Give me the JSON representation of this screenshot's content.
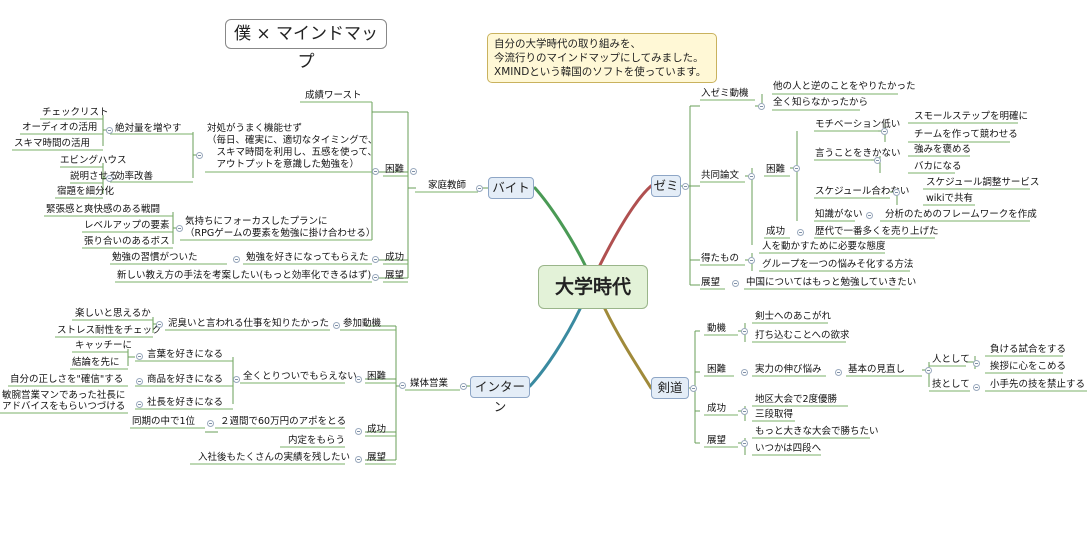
{
  "title": "僕 × マインドマップ",
  "note": [
    "自分の大学時代の取り組みを、",
    "今流行りのマインドマップにしてみました。",
    "XMINDという韓国のソフトを使っています。"
  ],
  "central": "大学時代",
  "branches": {
    "baito": {
      "label": "バイト",
      "kateikyoshi": "家庭教師",
      "konnan": "困難",
      "seiseki": "成績ワースト",
      "taisho": [
        "対処がうまく機能せず",
        "（毎日、確実に、適切なタイミングで、",
        "　スキマ時間を利用し、五感を使って、",
        "　アウトプットを意識した勉強を）"
      ],
      "zettairyo": "絶対量を増やす",
      "checklist": "チェックリスト",
      "audio": "オーディオの活用",
      "sukima": "スキマ時間の活用",
      "koritsu": "効率改善",
      "ebbinghaus": "エビングハウス",
      "setsumei": "説明させる",
      "shukudai": "宿題を細分化",
      "focus": [
        "気持ちにフォーカスしたプランに",
        "（RPGゲームの要素を勉強に掛け合わせる）"
      ],
      "kinpaku": "緊張感と爽快感のある戦闘",
      "levelup": "レベルアップの要素",
      "boss": "張り合いのあるボス",
      "seiko": "成功",
      "suki": "勉強を好きになってもらえた",
      "shukan": "勉強の習慣がついた",
      "tenbo": "展望",
      "atarashii": "新しい教え方の手法を考案したい(もっと効率化できるはず)"
    },
    "intern": {
      "label": "インターン",
      "baitai": "媒体営業",
      "sanka": "参加動機",
      "dorokusai": "泥臭いと言われる仕事を知りたかった",
      "tanoshii": "楽しいと思えるか",
      "stress": "ストレス耐性をチェック",
      "konnan": "困難",
      "mattaku": "全くとりついでもらえない",
      "kotoba": "言葉を好きになる",
      "catcher": "キャッチーに",
      "ketsuron": "結論を先に",
      "shohin": "商品を好きになる",
      "tadashisa": "自分の正しさを\"確信\"する",
      "shacho": "社長を好きになる",
      "binwan": [
        "敏腕営業マンであった社長に",
        "アドバイスをもらいつづける"
      ],
      "seiko": "成功",
      "doki": "同期の中で1位",
      "nishukan": "２週間で60万円のアポをとる",
      "naitei": "内定をもらう",
      "tenbo": "展望",
      "nyusha": "入社後もたくさんの実績を残したい"
    },
    "zemi": {
      "label": "ゼミ",
      "nyuzemi": "入ゼミ動機",
      "hitono": "他の人と逆のことをやりたかった",
      "mattaku": "全く知らなかったから",
      "kyodo": "共同論文",
      "konnan": "困難",
      "motivation": "モチベーション低い",
      "small": "スモールステップを明確に",
      "team": "チームを作って競わせる",
      "iukoto": "言うことをきかない",
      "tsuyomi": "強みを褒める",
      "baka": "バカになる",
      "schedule": "スケジュール合わない",
      "chosei": "スケジュール調整サービス",
      "wiki": "wikiで共有",
      "chishiki": "知識がない",
      "framework": "分析のためのフレームワークを作成",
      "seiko": "成功",
      "rekidai": "歴代で一番多くを売り上げた",
      "etamono": "得たもの",
      "hito": "人を動かすために必要な態度",
      "group": "グループを一つの悩みそ化する方法",
      "tenbo": "展望",
      "chugoku": "中国についてはもっと勉強していきたい"
    },
    "kendo": {
      "label": "剣道",
      "doki": "動機",
      "kenshi": "剣士へのあこがれ",
      "uchikomu": "打ち込むことへの欲求",
      "konnan": "困難",
      "jitsuryoku": "実力の伸び悩み",
      "kihon": "基本の見直し",
      "hito": "人として",
      "makeru": "負ける試合をする",
      "aisatsu": "挨拶に心をこめる",
      "waza": "技として",
      "kote": "小手先の技を禁止する",
      "seiko": "成功",
      "chiku": "地区大会で2度優勝",
      "sandan": "三段取得",
      "tenbo": "展望",
      "motto": "もっと大きな大会で勝ちたい",
      "yondan": "いつかは四段へ"
    }
  },
  "colors": {
    "branch_lines": "#6a9f58",
    "leaf_underline": "#7bb068",
    "zemi_trunk": "#b05050",
    "baito_trunk": "#4a9a55",
    "intern_trunk": "#3a8aa0",
    "kendo_trunk": "#a08a3a",
    "central_fill": "#e3f2d8",
    "main_fill": "#e4edf7",
    "note_fill": "#fff8d6"
  }
}
